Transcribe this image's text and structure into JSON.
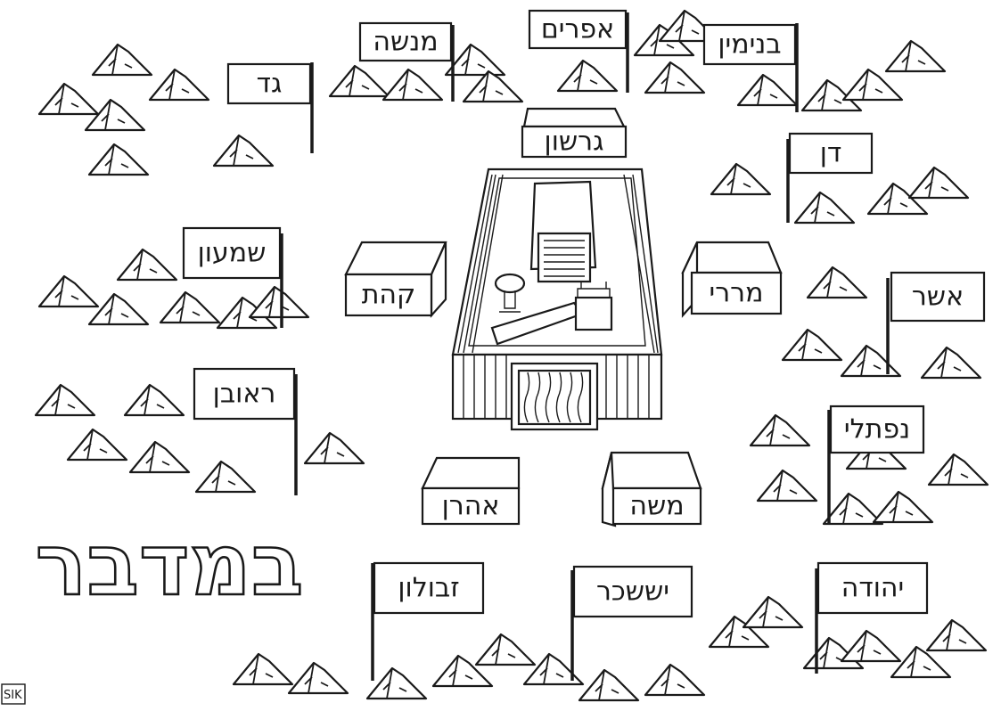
{
  "title": "במדבר",
  "signature": "SIK",
  "sanctuary": {
    "levite_families": [
      {
        "key": "gershon",
        "label": "גרשון"
      },
      {
        "key": "kehat",
        "label": "קהת"
      },
      {
        "key": "merari",
        "label": "מררי"
      },
      {
        "key": "aharon",
        "label": "אהרן"
      },
      {
        "key": "moshe",
        "label": "משה"
      }
    ]
  },
  "tribes": [
    {
      "key": "menashe",
      "label": "מנשה"
    },
    {
      "key": "efraim",
      "label": "אפרים"
    },
    {
      "key": "binyamin",
      "label": "בנימין"
    },
    {
      "key": "gad",
      "label": "גד"
    },
    {
      "key": "dan",
      "label": "דן"
    },
    {
      "key": "shimon",
      "label": "שמעון"
    },
    {
      "key": "asher",
      "label": "אשר"
    },
    {
      "key": "reuven",
      "label": "ראובן"
    },
    {
      "key": "naftali",
      "label": "נפתלי"
    },
    {
      "key": "zevulun",
      "label": "זבולון"
    },
    {
      "key": "yissachar",
      "label": "יששכר"
    },
    {
      "key": "yehuda",
      "label": "יהודה"
    }
  ]
}
